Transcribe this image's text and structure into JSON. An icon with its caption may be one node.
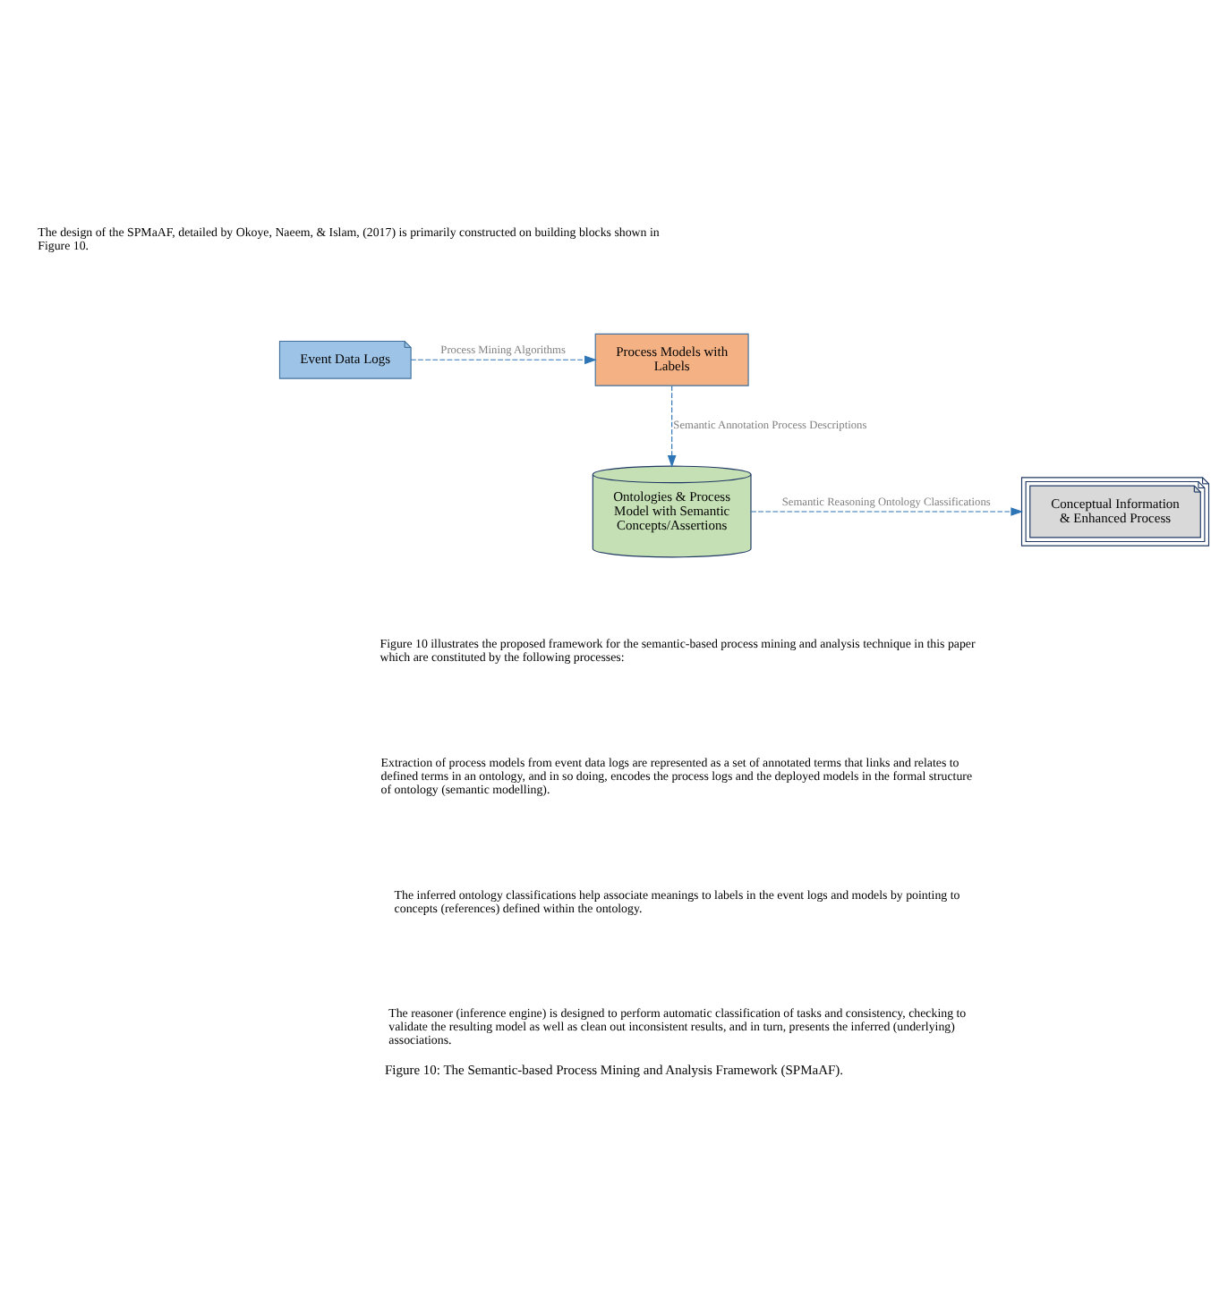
{
  "diagram": {
    "caption": "Figure 10: The Semantic-based Process Mining and Analysis Framework (SPMaAF).",
    "nodes": [
      {
        "text": [
          "Event Data Logs"
        ]
      },
      {
        "text": [
          "Process Models with Labels"
        ]
      },
      {
        "text": [
          "Ontologies & Process Model with Semantic Concepts/Assertions"
        ]
      },
      {
        "text": [
          "Conceptual Information & Enhanced Process"
        ]
      }
    ],
    "edges": [
      {
        "from": 0,
        "to": 1,
        "arrow": "to",
        "label": "Process Mining Algorithms",
        "style": "dashed"
      },
      {
        "from": 1,
        "to": 2,
        "arrow": "to",
        "label": "Semantic Annotation Process Descriptions",
        "style": "dashed"
      },
      {
        "from": 2,
        "to": 3,
        "arrow": "to",
        "label": "Semantic Reasoning Ontology Classifications",
        "style": "dashed"
      }
    ],
    "labels": [
      "The design of the SPMaAF, detailed by Okoye, Naeem, & Islam, (2017) is primarily constructed on building blocks shown in Figure 10.",
      "Figure 10 illustrates the proposed framework for the semantic-based process mining and analysis technique in this paper which are constituted by the following processes:",
      "Extraction of process models from event data logs are represented as a set of annotated terms that links and relates to defined terms in an ontology, and in so doing, encodes the process logs and the deployed models in the formal structure of ontology (semantic modelling).",
      "The inferred ontology classifications help associate meanings to labels in the event logs and models by pointing to concepts (references) defined within the ontology.",
      "The reasoner (inference engine) is designed to perform automatic classification of tasks and consistency, checking to validate the resulting model as well as clean out inconsistent results, and in turn, presents the inferred (underlying) associations."
    ]
  }
}
